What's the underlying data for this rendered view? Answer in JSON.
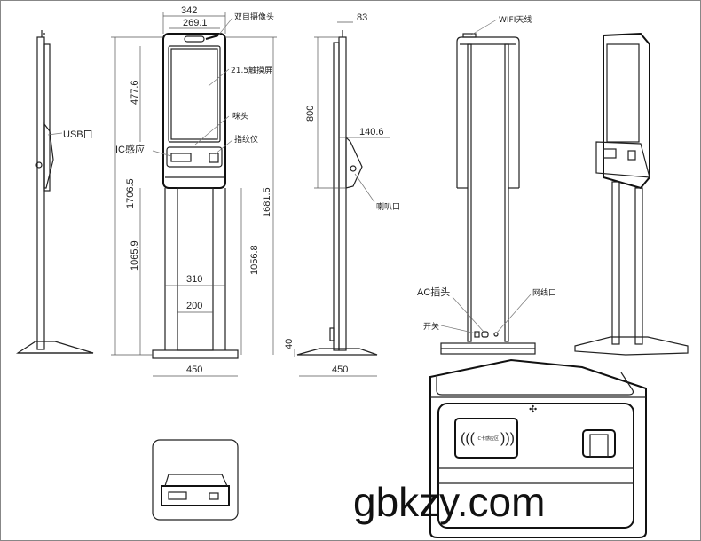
{
  "labels": {
    "binocular_camera": "双目摄像头",
    "touch_screen": "21.5触摸屏",
    "microphone": "咪头",
    "fingerprint": "指纹仪",
    "ic_reader": "IC感应",
    "usb": "USB口",
    "speaker": "喇叭口",
    "wifi": "WIFI天线",
    "ac_plug": "AC插头",
    "network": "网线口",
    "switch": "开关",
    "ic_card_text": "IC卡感应区"
  },
  "dimensions": {
    "width_total": "342",
    "width_screen": "269.1",
    "screen_height": "477.6",
    "total_height": "1706.5",
    "pole_height_left": "1065.9",
    "pole_width": "310",
    "pole_inner": "200",
    "base_width_front": "450",
    "total_height_right": "1681.5",
    "pole_height_right": "1056.8",
    "depth_top": "83",
    "head_height": "800",
    "bracket_depth": "140.6",
    "base_height": "40",
    "base_width_side": "450"
  },
  "watermark": "gbkzy.com"
}
